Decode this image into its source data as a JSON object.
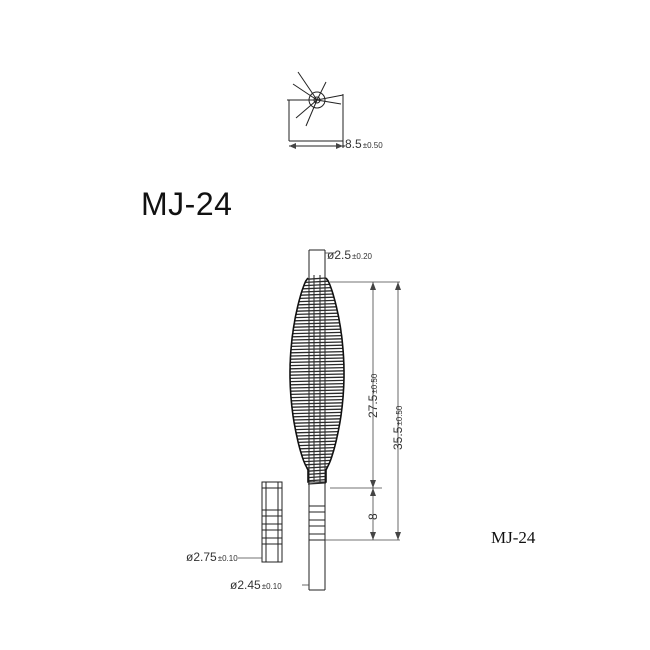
{
  "title": "MJ-24",
  "model_label": "MJ-24",
  "dimensions": {
    "top_view_width": {
      "value": "8.5",
      "tolerance": "±0.50"
    },
    "shaft_diameter_top": {
      "value": "ø2.5",
      "tolerance": "±0.20"
    },
    "bristle_length": {
      "value": "27.5",
      "tolerance": "±0.50"
    },
    "total_length": {
      "value": "35.5",
      "tolerance": "±0.50"
    },
    "lower_length": {
      "value": "8"
    },
    "cap_diameter": {
      "value": "ø2.75",
      "tolerance": "±0.10"
    },
    "shaft_diameter_bottom": {
      "value": "ø2.45",
      "tolerance": "±0.10"
    }
  }
}
